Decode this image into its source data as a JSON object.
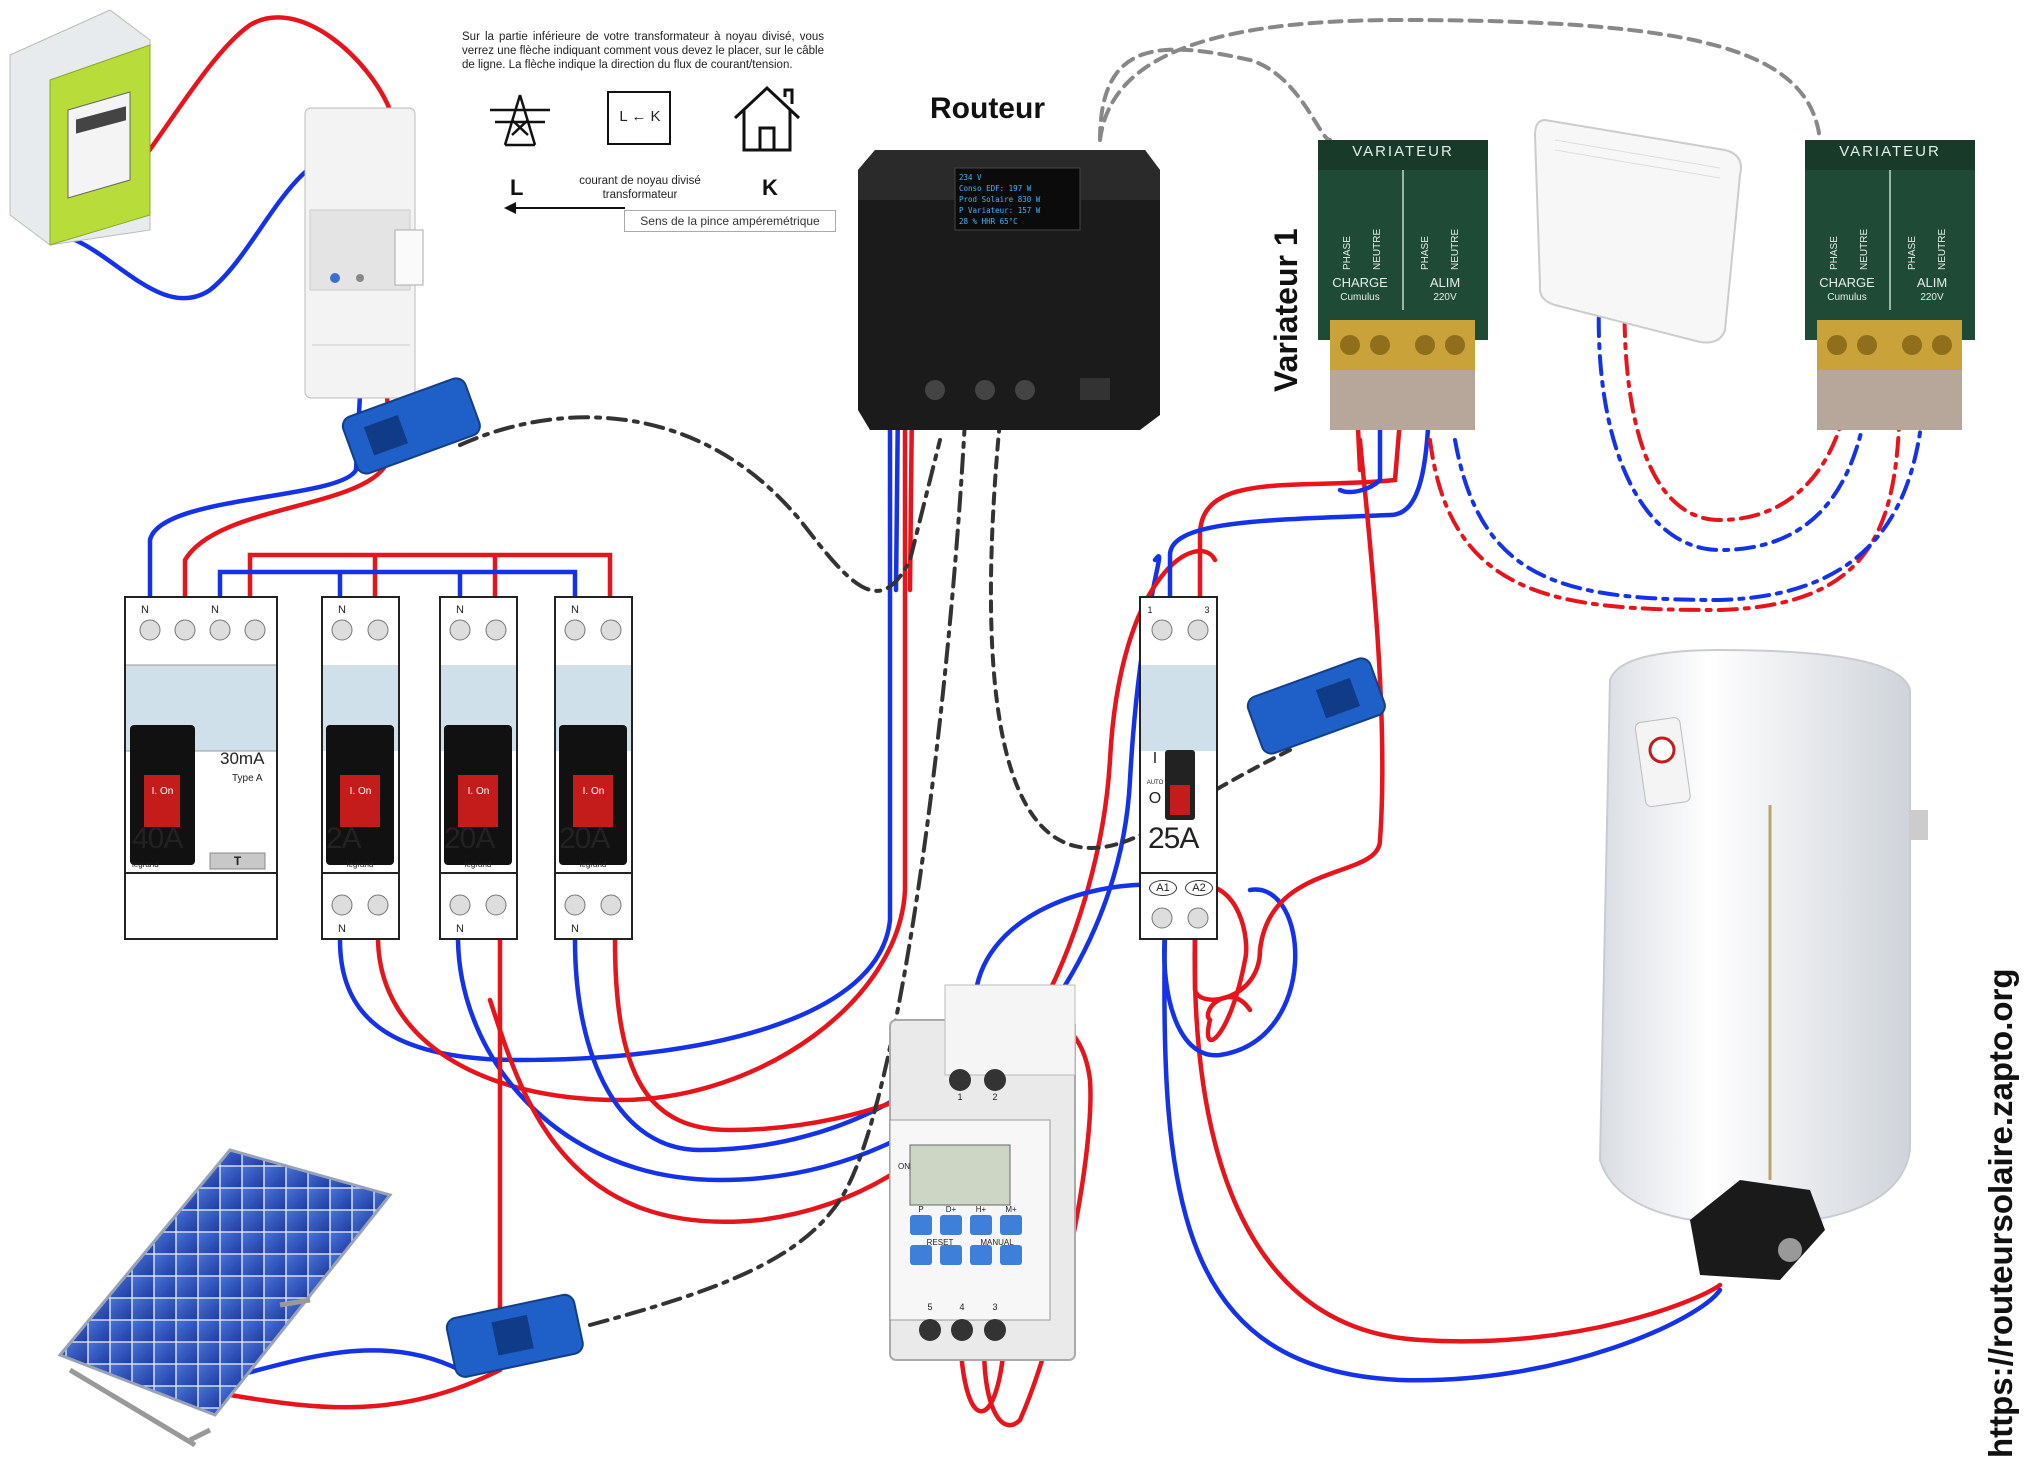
{
  "note": {
    "paragraph": "Sur la partie inférieure de votre transformateur à noyau divisé, vous verrez une flèche indiquant comment vous devez le placer, sur le câble de ligne. La flèche indique la direction du flux de courant/tension.",
    "label_l": "L",
    "label_k": "K",
    "box_text": "L ← K",
    "box_caption": "courant de noyau divisé transformateur",
    "pince_caption": "Sens de la pince ampéremétrique"
  },
  "router": {
    "title": "Routeur",
    "screen_lines": [
      "234 V",
      "Conso EDF:    197 W",
      "Prod Solaire  830 W",
      "P Variateur:  157 W",
      "28 %    HHR         65°C"
    ]
  },
  "variateur": {
    "side_label": "Variateur 1",
    "header": "VARIATEUR",
    "phase": "PHASE",
    "neutre": "NEUTRE",
    "charge": "CHARGE",
    "charge_sub": "Cumulus",
    "alim": "ALIM",
    "alim_sub": "220V"
  },
  "breakers": {
    "rcd_rating": "40A",
    "rcd_sens": "30mA",
    "rcd_type": "Type A",
    "rcd_test": "T",
    "b1": "2A",
    "b2": "20A",
    "b3": "20A",
    "brand": "legrand",
    "on_label": "I. On",
    "n": "N",
    "contactor_rating": "25A",
    "contactor_t1": "1",
    "contactor_t3": "3",
    "contactor_a1": "A1",
    "contactor_a2": "A2",
    "contactor_i": "I",
    "contactor_auto": "AUTO",
    "contactor_o": "O"
  },
  "timer": {
    "on": "ON",
    "buttons": [
      "P",
      "D+",
      "H+",
      "M+"
    ],
    "reset": "RESET",
    "manual": "MANUAL",
    "t1": "1",
    "t2": "2",
    "t5": "5",
    "t4": "4",
    "t3": "3"
  },
  "website": "https://routeursolaire.zapto.org",
  "colors": {
    "phase": "#e8141b",
    "neutral": "#1432e8",
    "signal": "#333333",
    "signal_light": "#888888",
    "clamp": "#1e5fc8",
    "variateur": "#1f4a35",
    "router": "#1b1b1b",
    "meter": "#b8dc3a"
  }
}
